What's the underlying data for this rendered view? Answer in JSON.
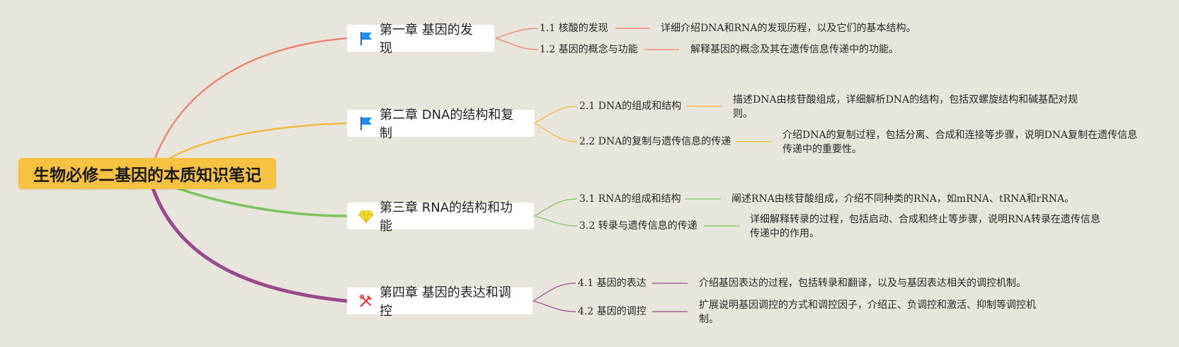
{
  "root": {
    "title": "生物必修二基因的本质知识笔记"
  },
  "chapters": [
    {
      "title": "第一章 基因的发现",
      "icon": "blue-flag-icon",
      "color": "#f07d6b",
      "sections": [
        {
          "label": "1.1 核酸的发现",
          "desc": "详细介绍DNA和RNA的发现历程，以及它们的基本结构。"
        },
        {
          "label": "1.2 基因的概念与功能",
          "desc": "解释基因的概念及其在遗传信息传递中的功能。"
        }
      ]
    },
    {
      "title": "第二章 DNA的结构和复制",
      "icon": "blue-flag-icon",
      "color": "#f5b731",
      "sections": [
        {
          "label": "2.1 DNA的组成和结构",
          "desc": "描述DNA由核苷酸组成，详细解析DNA的结构，包括双螺旋结构和碱基配对规则。"
        },
        {
          "label": "2.2 DNA的复制与遗传信息的传递",
          "desc": "介绍DNA的复制过程，包括分离、合成和连接等步骤，说明DNA复制在遗传信息传递中的重要性。"
        }
      ]
    },
    {
      "title": "第三章 RNA的结构和功能",
      "icon": "yellow-diamond-icon",
      "color": "#7dc35b",
      "sections": [
        {
          "label": "3.1 RNA的组成和结构",
          "desc": "阐述RNA由核苷酸组成，介绍不同种类的RNA，如mRNA、tRNA和rRNA。"
        },
        {
          "label": "3.2 转录与遗传信息的传递",
          "desc": "详细解释转录的过程，包括启动、合成和终止等步骤，说明RNA转录在遗传信息传递中的作用。"
        }
      ]
    },
    {
      "title": "第四章 基因的表达和调控",
      "icon": "red-tools-icon",
      "color": "#9b4a8e",
      "sections": [
        {
          "label": "4.1 基因的表达",
          "desc": "介绍基因表达的过程，包括转录和翻译，以及与基因表达相关的调控机制。"
        },
        {
          "label": "4.2 基因的调控",
          "desc": "扩展说明基因调控的方式和调控因子，介绍正、负调控和激活、抑制等调控机制。"
        }
      ]
    }
  ]
}
